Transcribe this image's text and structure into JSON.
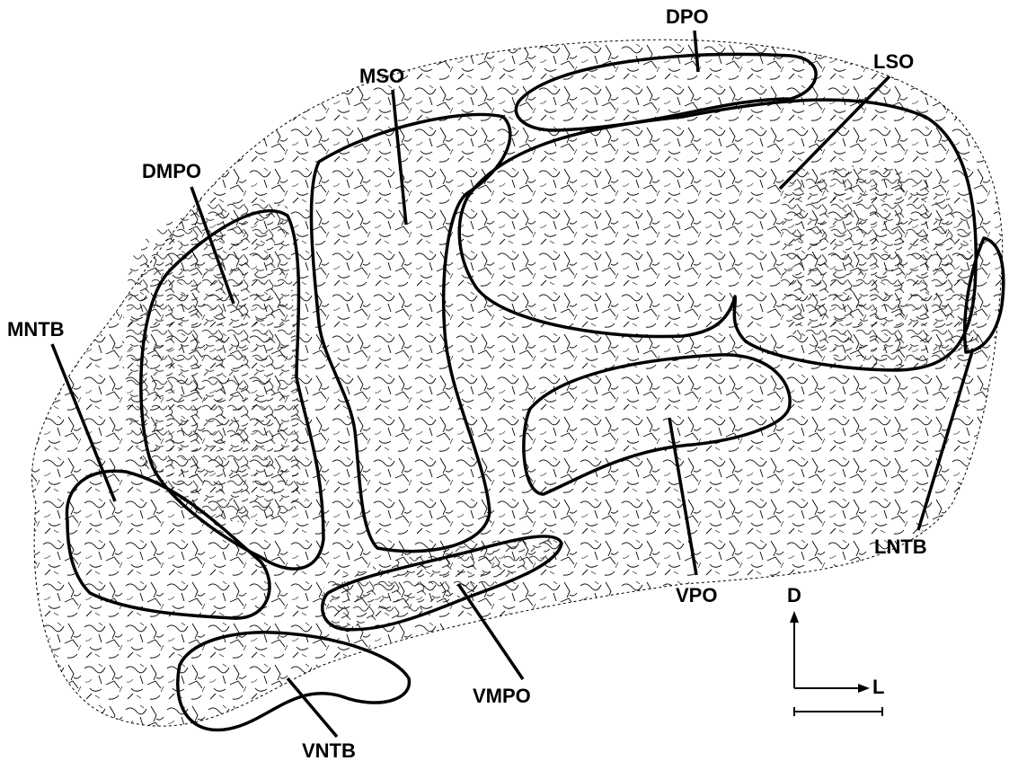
{
  "figure": {
    "colors": {
      "ink": "#000000",
      "background": "#ffffff"
    },
    "labels": {
      "DPO": "DPO",
      "LSO": "LSO",
      "MSO": "MSO",
      "DMPO": "DMPO",
      "MNTB": "MNTB",
      "VPO": "VPO",
      "LNTB": "LNTB",
      "VMPO": "VMPO",
      "VNTB": "VNTB"
    },
    "axes": {
      "dorsal": "D",
      "lateral": "L"
    }
  }
}
